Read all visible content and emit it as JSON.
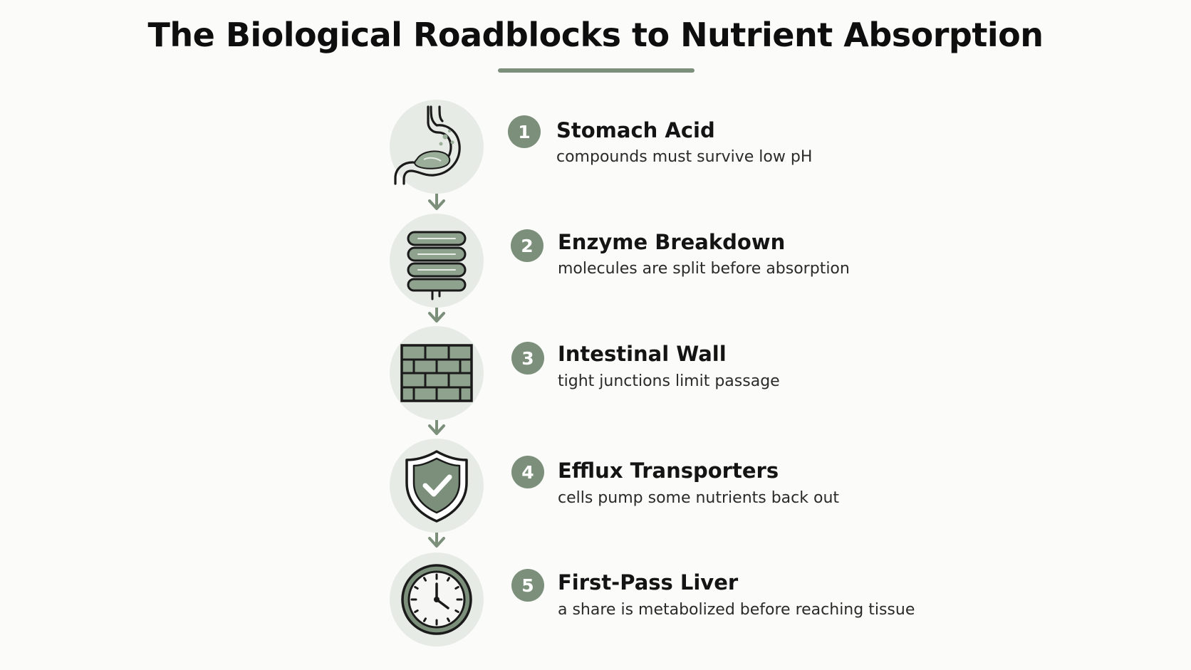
{
  "title": "The  Biological Roadblocks to Nutrient Absorption",
  "colors": {
    "accent": "#7b8f7b",
    "icon_bg": "#e7ebe5",
    "icon_stroke": "#1a1a1a",
    "background": "#fbfbfa"
  },
  "steps": [
    {
      "number": "1",
      "title": "Stomach Acid",
      "description": "compounds must survive low pH",
      "icon": "stomach-icon"
    },
    {
      "number": "2",
      "title": "Enzyme Breakdown",
      "description": "molecules are split before absorption",
      "icon": "intestine-icon"
    },
    {
      "number": "3",
      "title": "Intestinal Wall",
      "description": "tight junctions limit passage",
      "icon": "brick-wall-icon"
    },
    {
      "number": "4",
      "title": "Efflux Transporters",
      "description": "cells pump some nutrients back out",
      "icon": "shield-check-icon"
    },
    {
      "number": "5",
      "title": "First-Pass Liver",
      "description": "a share is metabolized before reaching tissue",
      "icon": "clock-icon"
    }
  ]
}
